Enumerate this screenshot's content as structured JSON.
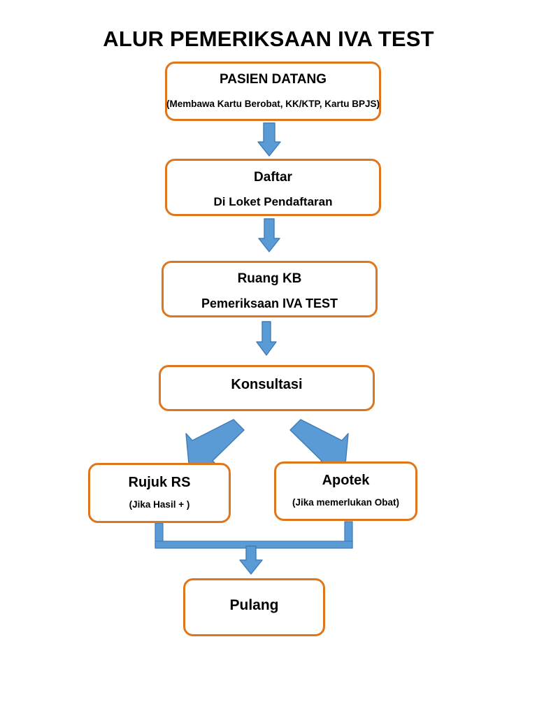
{
  "title": "ALUR PEMERIKSAAN IVA TEST",
  "theme": {
    "box_border": "#E0761C",
    "box_fill": "#FFFFFF",
    "arrow_fill": "#5B9BD5",
    "arrow_stroke": "#3E7CB8",
    "text": "#000000",
    "page_background": "#FFFFFF"
  },
  "nodes": {
    "pasien_datang": {
      "primary": "PASIEN DATANG",
      "secondary": "(Membawa Kartu Berobat, KK/KTP, Kartu BPJS)"
    },
    "daftar": {
      "primary": "Daftar",
      "secondary": "Di Loket Pendaftaran"
    },
    "ruang_kb": {
      "primary": "Ruang KB",
      "secondary": "Pemeriksaan IVA TEST"
    },
    "konsultasi": {
      "primary": "Konsultasi"
    },
    "rujuk_rs": {
      "primary": "Rujuk RS",
      "secondary": "(Jika Hasil + )"
    },
    "apotek": {
      "primary": "Apotek",
      "secondary": "(Jika memerlukan Obat)"
    },
    "pulang": {
      "primary": "Pulang"
    }
  },
  "connectors": [
    {
      "name": "arrow-pasien-to-daftar",
      "type": "down-arrow"
    },
    {
      "name": "arrow-daftar-to-ruang-kb",
      "type": "down-arrow"
    },
    {
      "name": "arrow-ruang-kb-to-konsultasi",
      "type": "down-arrow"
    },
    {
      "name": "arrow-konsultasi-to-rujuk-rs",
      "type": "diagonal-down-left-arrow"
    },
    {
      "name": "arrow-konsultasi-to-apotek",
      "type": "diagonal-down-right-arrow"
    },
    {
      "name": "merge-connector-to-pulang",
      "type": "merge-bracket-down-arrow"
    }
  ]
}
